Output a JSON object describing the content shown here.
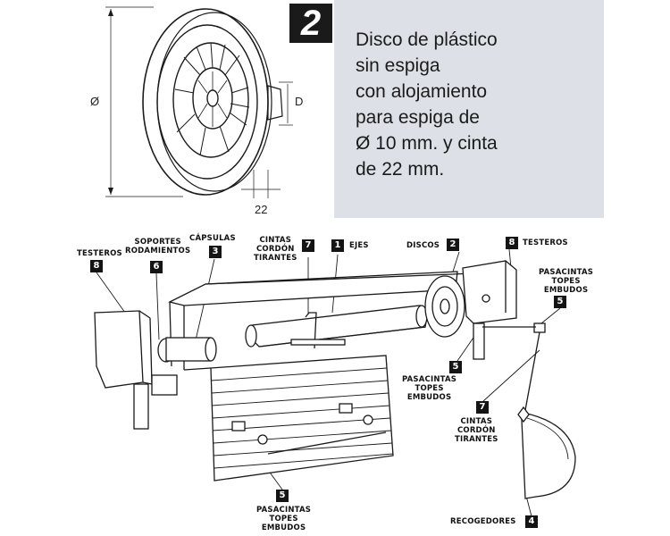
{
  "top_figure": {
    "step_number": "2",
    "description_lines": [
      "Disco de plástico",
      "sin espiga",
      "con alojamiento",
      "para espiga de",
      "Ø 10 mm. y cinta",
      "de 22 mm."
    ],
    "dim_diameter": "Ø",
    "dim_inner": "D",
    "dim_width": "22"
  },
  "callouts": {
    "testeros_left": {
      "number": "8",
      "lines": [
        "TESTEROS"
      ]
    },
    "soportes": {
      "number": "6",
      "lines": [
        "SOPORTES",
        "RODAMIENTOS"
      ]
    },
    "capsulas": {
      "number": "3",
      "lines": [
        "CÁPSULAS"
      ]
    },
    "cintas_top": {
      "number": "7",
      "lines": [
        "CINTAS",
        "CORDÓN",
        "TIRANTES"
      ]
    },
    "ejes": {
      "number": "1",
      "lines": [
        "EJES"
      ]
    },
    "discos": {
      "number": "2",
      "lines": [
        "DISCOS"
      ]
    },
    "testeros_right": {
      "number": "8",
      "lines": [
        "TESTEROS"
      ]
    },
    "pasacintas_right": {
      "number": "5",
      "lines": [
        "PASACINTAS",
        "TOPES",
        "EMBUDOS"
      ]
    },
    "pasacintas_mid": {
      "number": "5",
      "lines": [
        "PASACINTAS",
        "TOPES",
        "EMBUDOS"
      ]
    },
    "cintas_mid": {
      "number": "7",
      "lines": [
        "CINTAS",
        "CORDÓN",
        "TIRANTES"
      ]
    },
    "pasacintas_bottom": {
      "number": "5",
      "lines": [
        "PASACINTAS",
        "TOPES",
        "EMBUDOS"
      ]
    },
    "recogedores": {
      "number": "4",
      "lines": [
        "RECOGEDORES"
      ]
    }
  }
}
